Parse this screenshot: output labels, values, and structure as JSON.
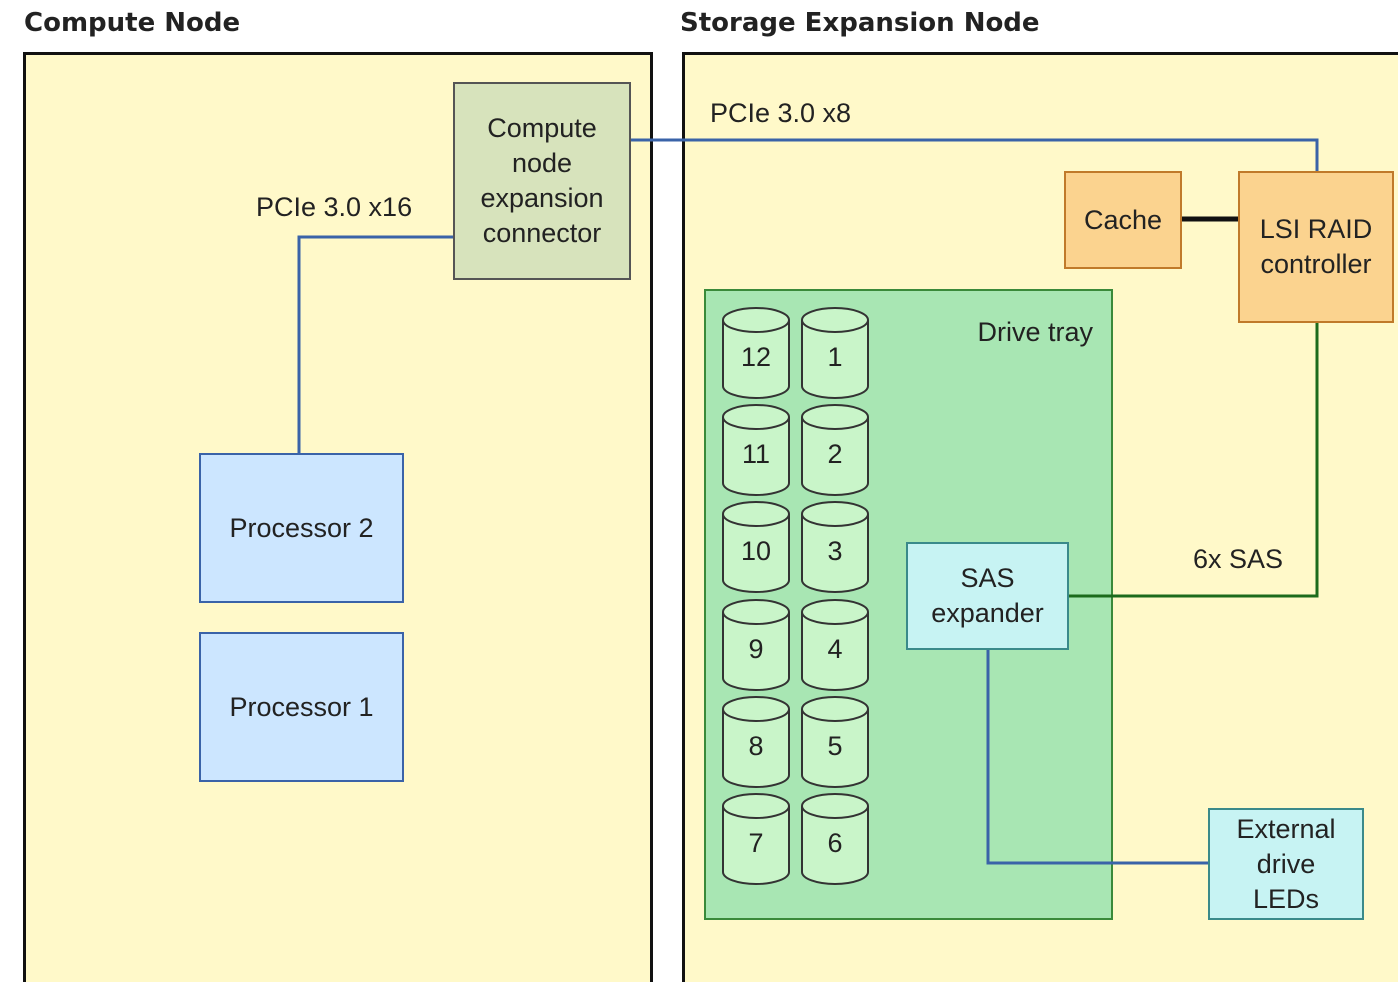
{
  "compute_node": {
    "title": "Compute Node",
    "pcie_x16_label": "PCIe 3.0 x16",
    "expansion_connector": [
      "Compute",
      "node",
      "expansion",
      "connector"
    ],
    "processor_2": "Processor 2",
    "processor_1": "Processor 1"
  },
  "storage_node": {
    "title": "Storage Expansion Node",
    "pcie_x8_label": "PCIe 3.0 x8",
    "cache": "Cache",
    "raid_controller": [
      "LSI RAID",
      "controller"
    ],
    "drive_tray": "Drive tray",
    "sas_expander": [
      "SAS",
      "expander"
    ],
    "sas_link_label": "6x SAS",
    "external_leds": [
      "External",
      "drive",
      "LEDs"
    ],
    "drives_left": [
      "12",
      "11",
      "10",
      "9",
      "8",
      "7"
    ],
    "drives_right": [
      "1",
      "2",
      "3",
      "4",
      "5",
      "6"
    ]
  },
  "colors": {
    "panel": "#fff9c9",
    "connector": "#d7e3bc",
    "processor": "#cce6ff",
    "orange": "#fbd38f",
    "tray": "#a8e6b3",
    "drive": "#c9f5c9",
    "cyan": "#c7f3f3",
    "blue_wire": "#3a63a8",
    "green_wire": "#1c6b1c"
  }
}
